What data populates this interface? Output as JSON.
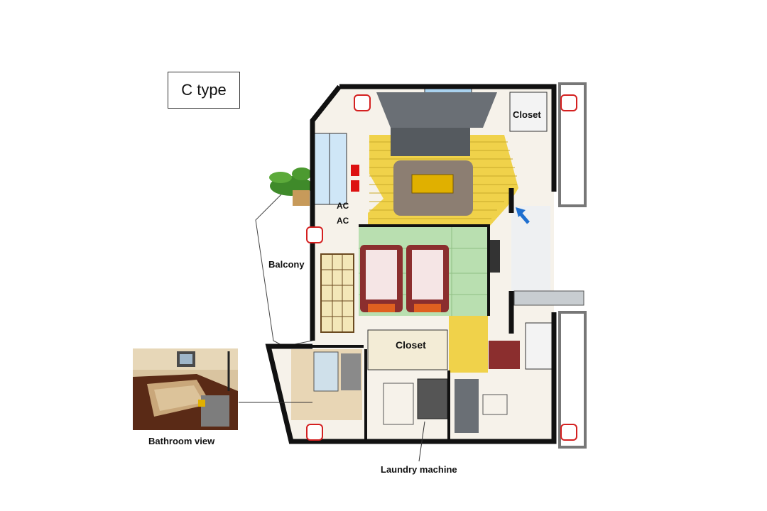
{
  "title": "C type",
  "labels": {
    "closet_top": "Closet",
    "closet_center": "Closet",
    "balcony": "Balcony",
    "ac_upper": "AC",
    "ac_lower": "AC",
    "bathroom_view": "Bathroom view",
    "laundry_machine": "Laundry machine"
  },
  "colors": {
    "wall": "#111111",
    "tatami": "#b9dfb0",
    "wood_floor": "#f0d24a",
    "rug": "#8c7e72",
    "futon": "#8b2e2e",
    "pillow": "#e06020",
    "pillar_marker": "#d42020",
    "arrow": "#1e6fd0",
    "bath_wood": "#5a2a16"
  }
}
